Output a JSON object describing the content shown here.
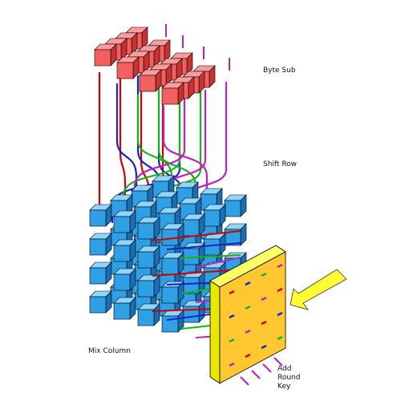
{
  "labels": {
    "byte_sub": "Byte Sub",
    "shift_row": "Shift Row",
    "mix_column": "Mix Column",
    "add_round_key_lines": [
      "Add",
      "Round",
      "Key"
    ]
  },
  "colors": {
    "red_cube_front": "#f26060",
    "red_cube_top": "#ff9b9b",
    "red_cube_side": "#c83232",
    "blue_cube_front": "#2f9fe6",
    "blue_cube_top": "#8fd6ff",
    "blue_cube_side": "#1a6fb4",
    "key_plate_front": "#ffc830",
    "key_plate_edge": "#e8e800",
    "arrow": "#ffff33",
    "wire_red": "#d40000",
    "wire_blue": "#1a22cc",
    "wire_green": "#18b418",
    "wire_magenta": "#c020c0"
  }
}
